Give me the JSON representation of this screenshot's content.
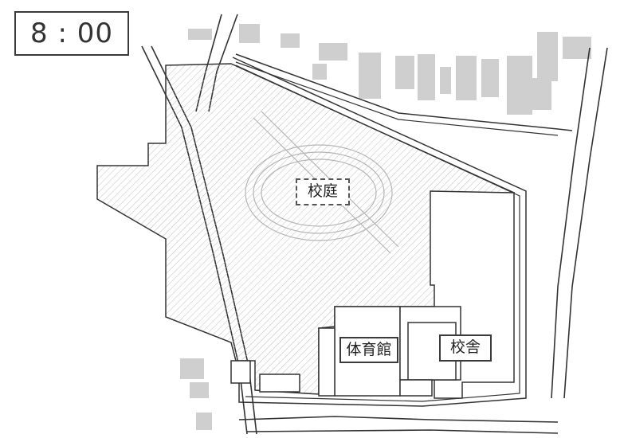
{
  "time_display": {
    "value": "8 : 00"
  },
  "labels": {
    "courtyard": "校庭",
    "gymnasium": "体育館",
    "school_building": "校舎"
  }
}
